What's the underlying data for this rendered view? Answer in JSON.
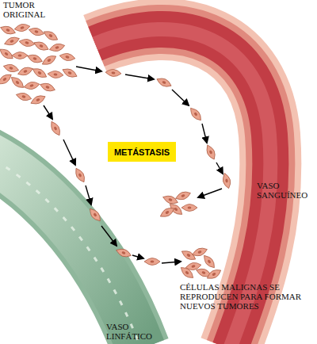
{
  "diagram": {
    "nodes": [
      {
        "text": [
          "METÁSTASIS"
        ]
      }
    ],
    "labels": [
      "TUMOR ORIGINAL",
      "VASO SANGUÍNEO",
      "CÉLULAS MALIGNAS SE REPRODUCEN PARA FORMAR NUEVOS TUMORES",
      "VASO LINFÁTICO"
    ]
  }
}
